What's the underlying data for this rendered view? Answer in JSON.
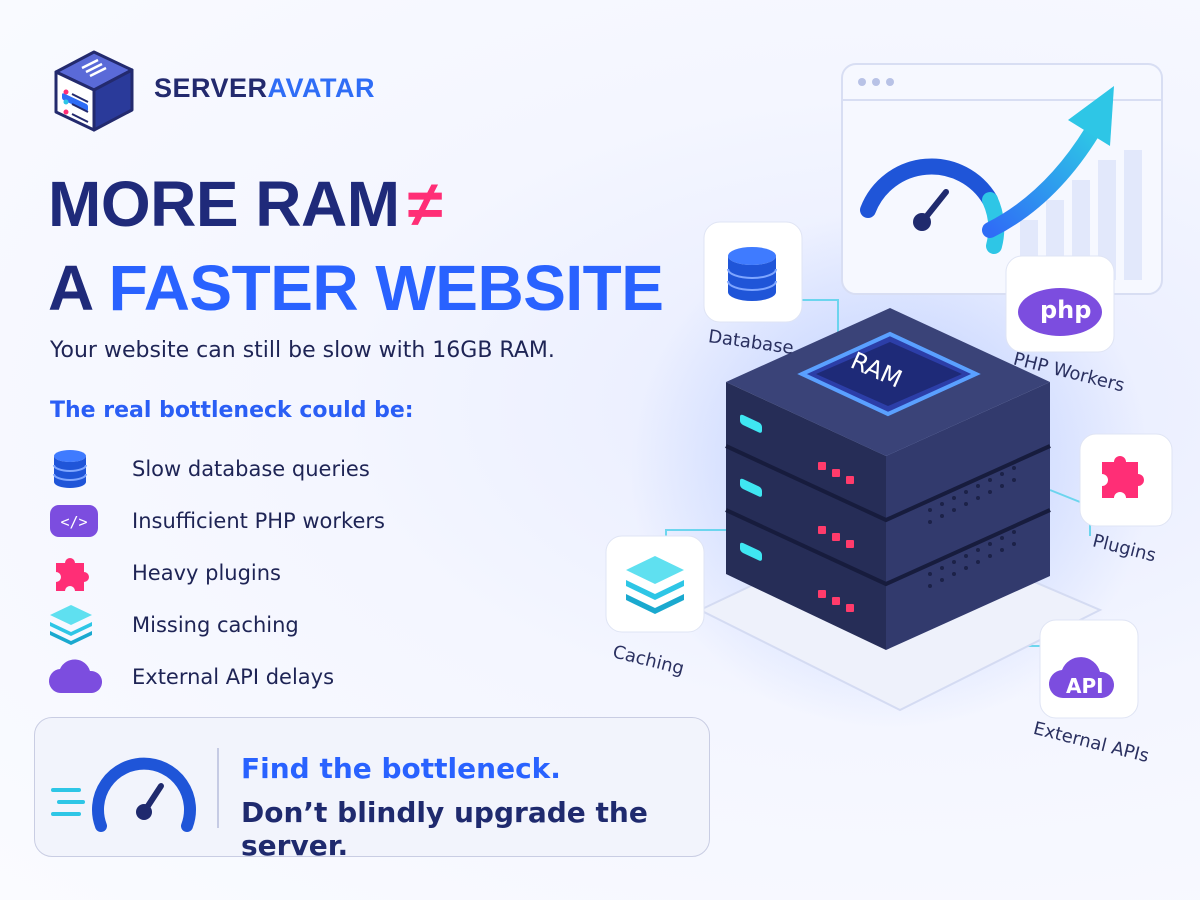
{
  "brand": {
    "name_part1": "SERVER",
    "name_part2": "AVATAR"
  },
  "headline": {
    "line1": "MORE RAM",
    "neq_symbol": "≠",
    "line2_a": "A",
    "line2_b": "FASTER WEBSITE"
  },
  "subline": "Your website can still be slow with 16GB RAM.",
  "list_heading": "The real bottleneck could be:",
  "bottlenecks": [
    {
      "label": "Slow database queries",
      "icon": "database-icon"
    },
    {
      "label": "Insufficient PHP workers",
      "icon": "code-icon"
    },
    {
      "label": "Heavy plugins",
      "icon": "puzzle-icon"
    },
    {
      "label": "Missing caching",
      "icon": "layers-icon"
    },
    {
      "label": "External API delays",
      "icon": "cloud-icon"
    }
  ],
  "cta": {
    "line1": "Find the bottleneck.",
    "line2": "Don’t blindly upgrade the server."
  },
  "illustration": {
    "ram_chip": "RAM",
    "php_badge": "php",
    "api_badge": "API",
    "nodes": {
      "database": "Database",
      "php_workers": "PHP Workers",
      "plugins": "Plugins",
      "caching": "Caching",
      "external_apis": "External APIs"
    }
  },
  "colors": {
    "navy": "#1f2a7a",
    "blue": "#2962ff",
    "pink": "#ff2e76",
    "cyan": "#2ec6e6",
    "purple": "#7c4ddf"
  }
}
